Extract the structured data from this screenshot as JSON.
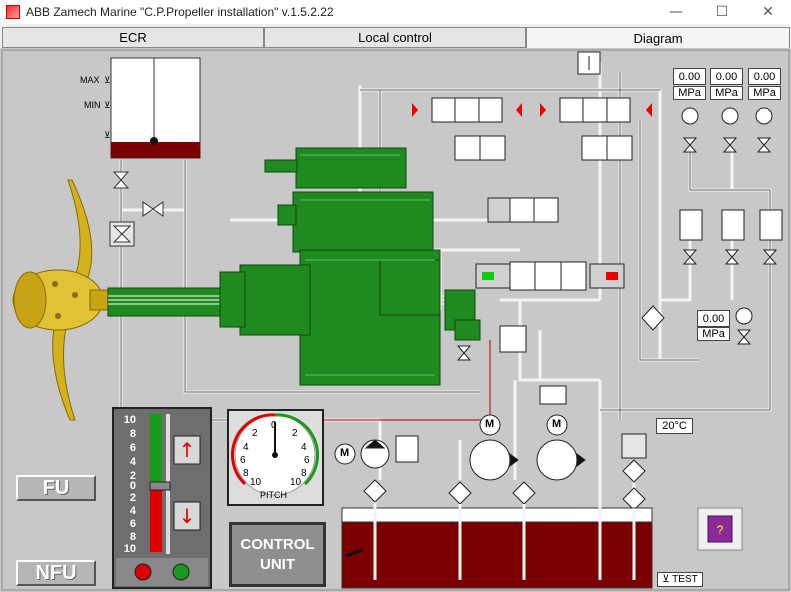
{
  "window": {
    "title": "ABB Zamech Marine \"C.P.Propeller installation\" v.1.5.2.22",
    "minimize_glyph": "—",
    "maximize_glyph": "☐",
    "close_glyph": "✕"
  },
  "tabs": [
    {
      "label": "ECR",
      "active": false
    },
    {
      "label": "Local control",
      "active": false
    },
    {
      "label": "Diagram",
      "active": true
    }
  ],
  "tank": {
    "max_label": "MAX",
    "min_label": "MIN",
    "level_marker": "⊻"
  },
  "pressure_gauges_top": [
    {
      "value": "0.00",
      "unit": "MPa"
    },
    {
      "value": "0.00",
      "unit": "MPa"
    },
    {
      "value": "0.00",
      "unit": "MPa"
    }
  ],
  "pressure_gauge_mid": {
    "value": "0.00",
    "unit": "MPa"
  },
  "pitch_panel": {
    "scale_ahead": [
      "10",
      "8",
      "6",
      "4",
      "2"
    ],
    "zero": "0",
    "scale_astern": [
      "2",
      "4",
      "6",
      "8",
      "10"
    ],
    "up_arrow": "↑",
    "down_arrow": "↓"
  },
  "pitch_indicator": {
    "label": "PITCH",
    "left_scale": [
      "2",
      "4",
      "6",
      "8",
      "10"
    ],
    "right_scale": [
      "2",
      "4",
      "6",
      "8",
      "10"
    ],
    "top": "0",
    "bottom": "10",
    "pitch_value": 0
  },
  "control_unit": {
    "line1": "CONTROL",
    "line2": "UNIT"
  },
  "mode_buttons": {
    "fu": "FU",
    "nfu": "NFU"
  },
  "motor_label": "M",
  "temperature": "20°C",
  "test_button": "⊻ TEST",
  "colors": {
    "gearbox_green": "#1f8a1f",
    "oil_red": "#7a0000",
    "propeller_gold": "#d4b21c",
    "panel_gray": "#c8c8c8"
  }
}
